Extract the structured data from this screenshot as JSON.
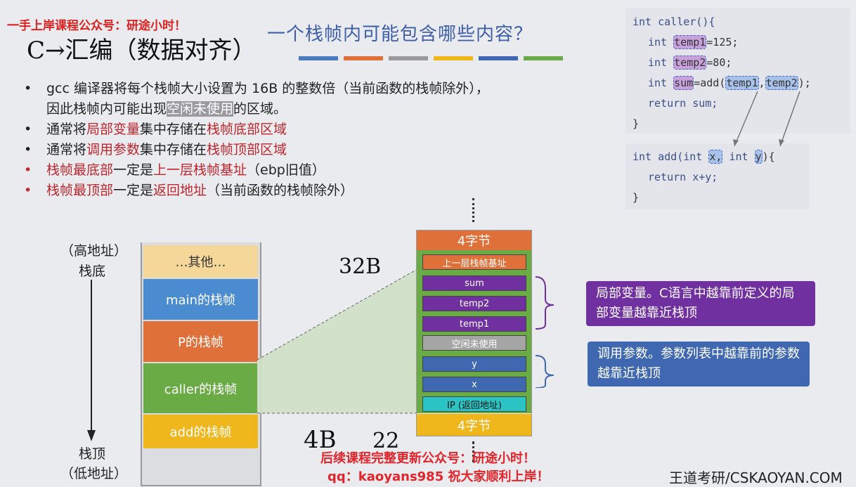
{
  "watermark_top": "一手上岸课程公众号：研途小时！",
  "title": "一个栈帧内可能包含哪些内容？",
  "handwritten_top": "C→汇编（数据对齐）",
  "bullets": [
    {
      "parts": [
        {
          "t": "gcc 编译器将每个栈帧大小设置为 16B 的整数倍（当前函数的栈帧除外），"
        }
      ]
    },
    {
      "parts": [
        {
          "t": "因此栈帧内可能出现"
        },
        {
          "t": "空闲未使用",
          "hl": true
        },
        {
          "t": "的区域。"
        }
      ],
      "cont": true
    },
    {
      "parts": [
        {
          "t": "通常将"
        },
        {
          "t": "局部变量",
          "red": true
        },
        {
          "t": "集中存储在"
        },
        {
          "t": "栈帧底部区域",
          "red": true
        }
      ]
    },
    {
      "parts": [
        {
          "t": "通常将"
        },
        {
          "t": "调用参数",
          "red": true
        },
        {
          "t": "集中存储在"
        },
        {
          "t": "栈帧顶部区域",
          "red": true
        }
      ]
    },
    {
      "parts": [
        {
          "t": "栈帧最底部",
          "red": true
        },
        {
          "t": "一定是"
        },
        {
          "t": "上一层栈帧基址",
          "red": true
        },
        {
          "t": "（ebp旧值）"
        }
      ],
      "reddot": true
    },
    {
      "parts": [
        {
          "t": "栈帧最顶部",
          "red": true
        },
        {
          "t": "一定是"
        },
        {
          "t": "返回地址",
          "red": true
        },
        {
          "t": "（当前函数的栈帧除外）"
        }
      ],
      "reddot": true
    }
  ],
  "code_caller": {
    "l1": "int caller(){",
    "l2a": "int ",
    "l2b": "temp1",
    "l2c": "=125;",
    "l3a": "int ",
    "l3b": "temp2",
    "l3c": "=80;",
    "l4a": "int ",
    "l4b": "sum",
    "l4c": "=add(",
    "l4d": "temp1",
    ",": ",",
    "l4e": "temp2",
    "l4f": ");",
    "l5": "return sum;",
    "l6": "}"
  },
  "code_add": {
    "l1a": "int add(int ",
    "l1b": "x,",
    "l1c": " int ",
    "l1d": "y",
    "l1e": "){",
    "l2": "return x+y;",
    "l3": "}"
  },
  "left_stack": {
    "high_label": "（高地址）",
    "bottom_label": "栈底",
    "top_label": "栈顶",
    "low_label": "（低地址）",
    "frames": [
      "…其他…",
      "main的栈帧",
      "P的栈帧",
      "caller的栈帧",
      "add的栈帧"
    ]
  },
  "right_stack": {
    "top4": "4字节",
    "blocks": [
      "上一层栈帧基址",
      "sum",
      "temp2",
      "temp1",
      "空闲未使用",
      "y",
      "x",
      "IP (返回地址)"
    ],
    "bottom4": "4字节"
  },
  "callout_local": "局部变量。C语言中越靠前定义的局部变量越靠近栈顶",
  "callout_param": "调用参数。参数列表中越靠前的参数越靠近栈顶",
  "handwritten_32b": "32B",
  "handwritten_4b": "4B",
  "handwritten_2": "22",
  "wm_bottom1": "后续课程完整更新公众号：研途小时！",
  "wm_bottom2": "qq：kaoyans985 祝大家顺利上岸！",
  "brand": "王道考研/CSKAOYAN.COM",
  "colors": {
    "blue": "#4a7bc1",
    "orange": "#e0703a",
    "gray": "#9a9a9a",
    "yellow": "#f0b71c",
    "purple": "#7030a0",
    "green": "#6aab45"
  }
}
